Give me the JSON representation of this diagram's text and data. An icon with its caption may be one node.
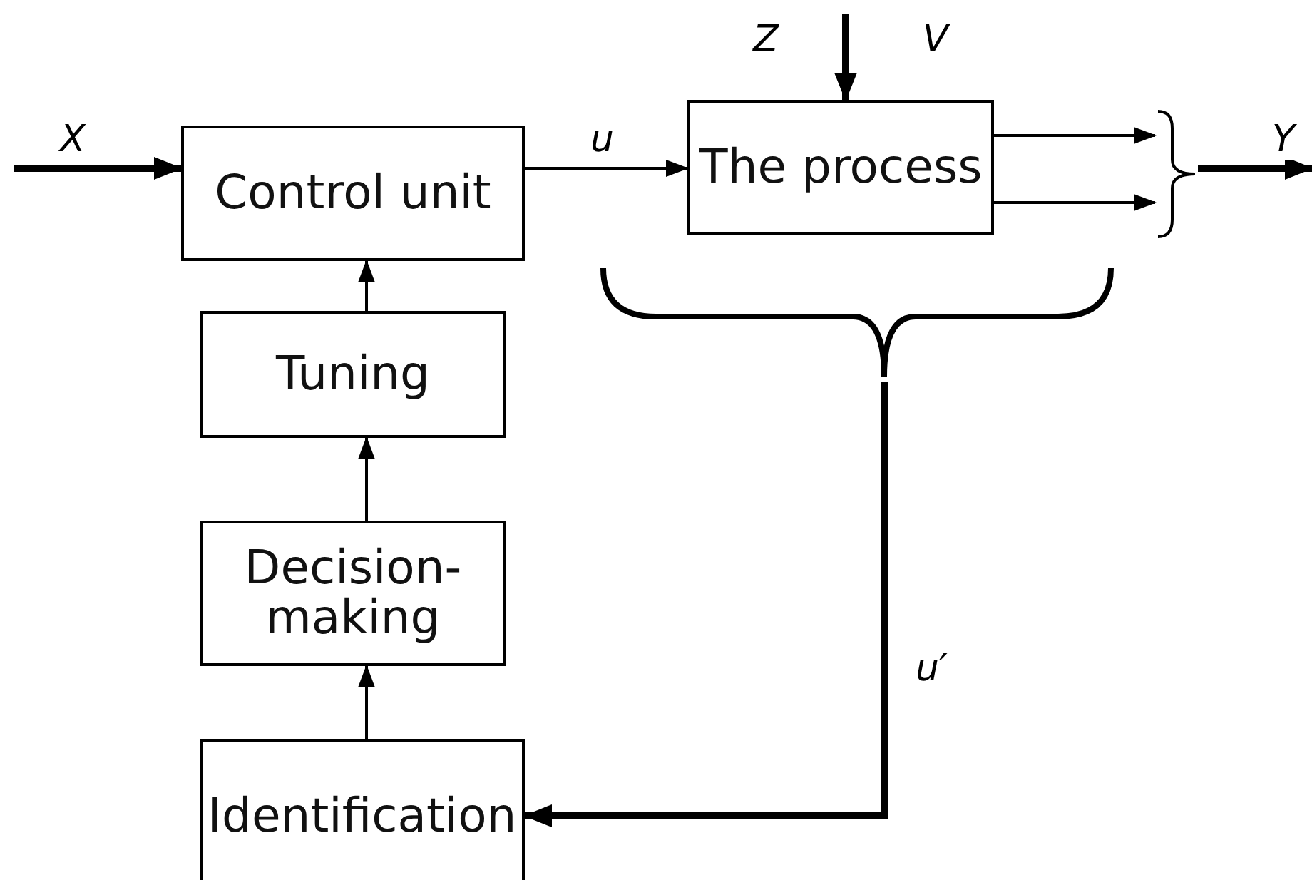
{
  "diagram": {
    "nodes": [
      {
        "text": [
          "Control unit"
        ]
      },
      {
        "text": [
          "The process"
        ]
      },
      {
        "text": [],
        "shape": "brace"
      },
      {
        "text": [],
        "shape": "brace"
      },
      {
        "text": [
          "Tuning"
        ]
      },
      {
        "text": [
          "Decision-making"
        ]
      },
      {
        "text": [
          "Identification"
        ]
      }
    ],
    "edges": [
      {
        "from": null,
        "to": 0,
        "arrow": "to",
        "label": "X",
        "style": "thick"
      },
      {
        "from": 0,
        "to": 1,
        "arrow": "to",
        "label": "u"
      },
      {
        "from": null,
        "to": 1,
        "arrow": "to",
        "style": "thick"
      },
      {
        "from": 1,
        "to": 2,
        "arrow": "to"
      },
      {
        "from": 1,
        "to": 2,
        "arrow": "to"
      },
      {
        "from": 2,
        "to": null,
        "arrow": "to",
        "label": "Y",
        "style": "thick"
      },
      {
        "from": 3,
        "to": 6,
        "arrow": "to",
        "label": "u′",
        "style": "thick"
      },
      {
        "from": 6,
        "to": 5,
        "arrow": "to"
      },
      {
        "from": 5,
        "to": 4,
        "arrow": "to"
      },
      {
        "from": 4,
        "to": 0,
        "arrow": "to"
      }
    ],
    "labels": [
      "Z",
      "V"
    ]
  }
}
